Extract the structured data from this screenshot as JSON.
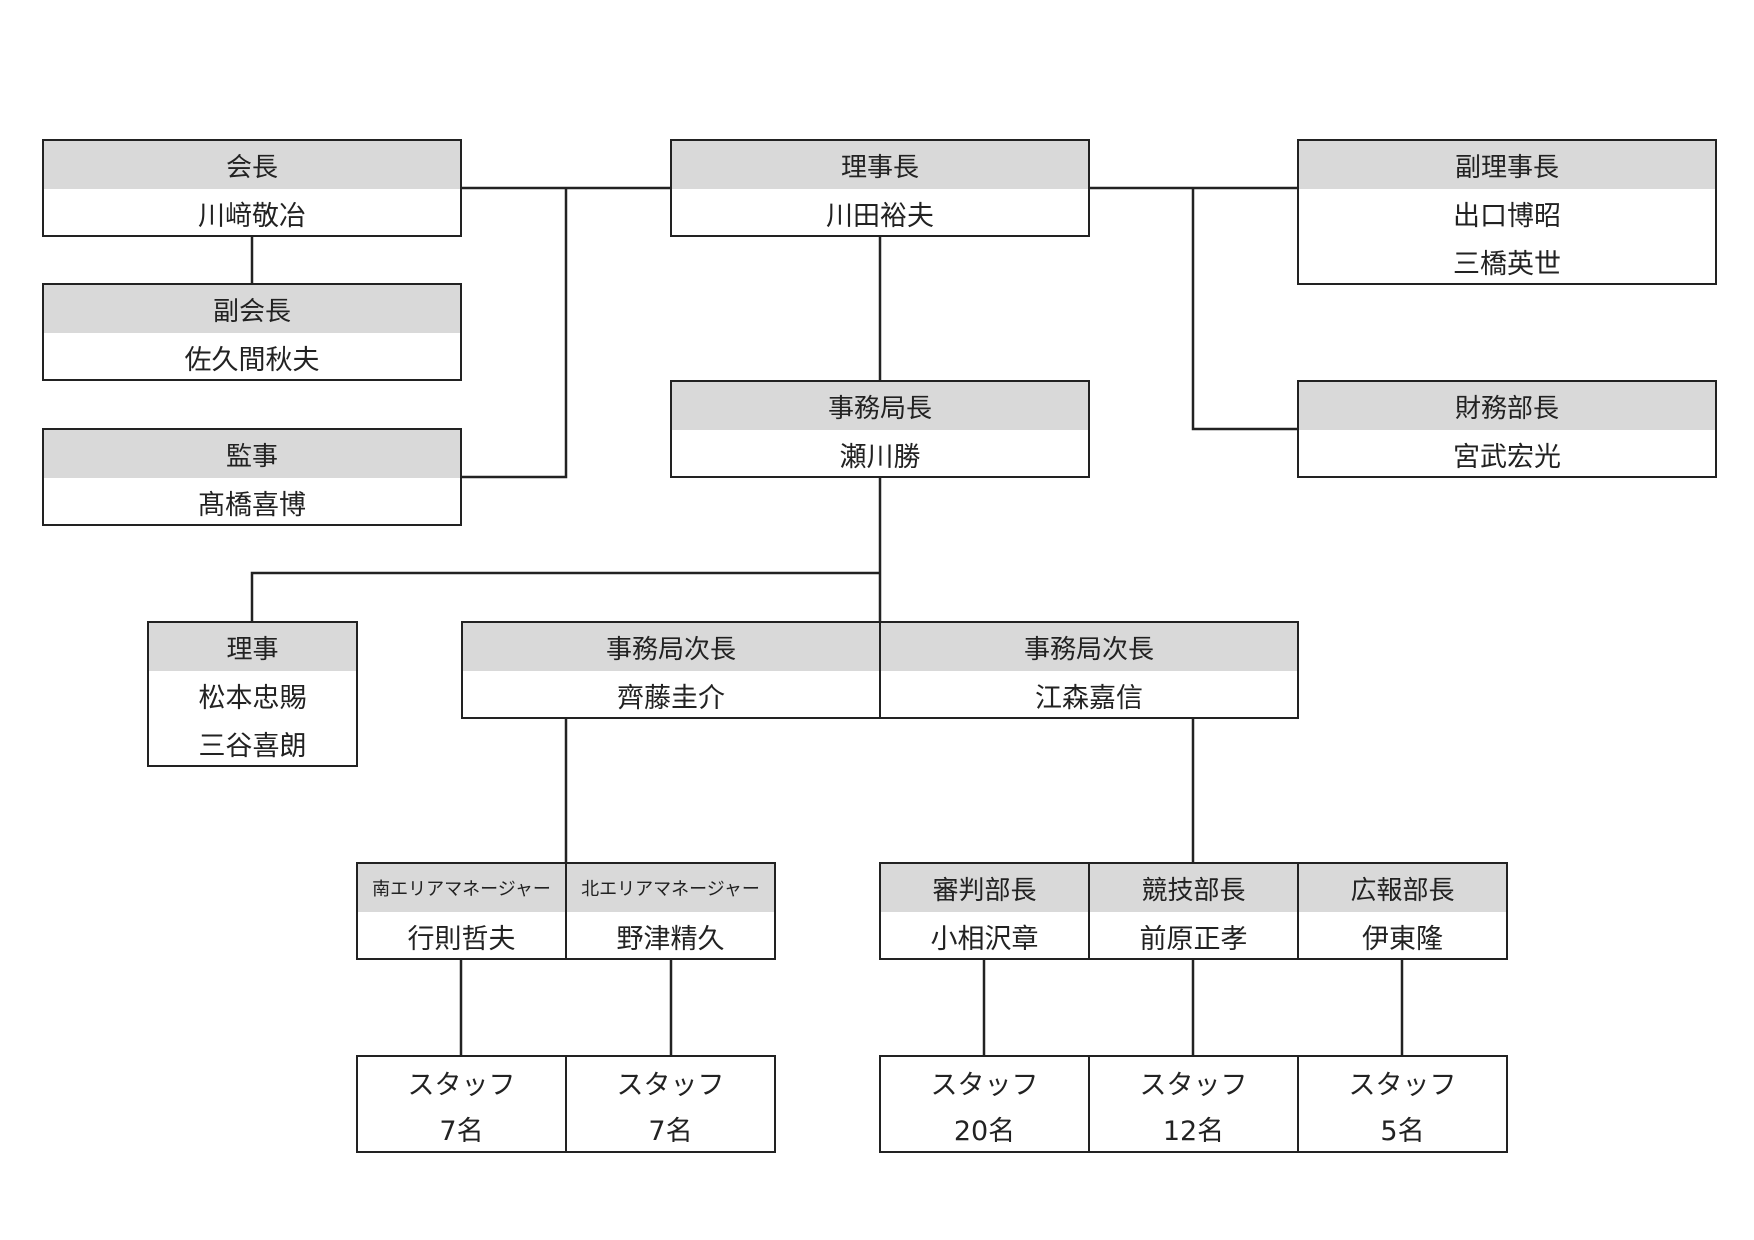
{
  "chairman": {
    "title": "会長",
    "names": [
      "川﨑敬冶"
    ]
  },
  "vice_chairman": {
    "title": "副会長",
    "names": [
      "佐久間秋夫"
    ]
  },
  "auditor": {
    "title": "監事",
    "names": [
      "髙橋喜博"
    ]
  },
  "director_general": {
    "title": "理事長",
    "names": [
      "川田裕夫"
    ]
  },
  "vice_director": {
    "title": "副理事長",
    "names": [
      "出口博昭",
      "三橋英世"
    ]
  },
  "finance_head": {
    "title": "財務部長",
    "names": [
      "宮武宏光"
    ]
  },
  "secretariat_head": {
    "title": "事務局長",
    "names": [
      "瀬川勝"
    ]
  },
  "directors": {
    "title": "理事",
    "names": [
      "松本忠賜",
      "三谷喜朗"
    ]
  },
  "deputy_secretariat_1": {
    "title": "事務局次長",
    "names": [
      "齊藤圭介"
    ]
  },
  "deputy_secretariat_2": {
    "title": "事務局次長",
    "names": [
      "江森嘉信"
    ]
  },
  "south_area_manager": {
    "title": "南エリアマネージャー",
    "names": [
      "行則哲夫"
    ]
  },
  "north_area_manager": {
    "title": "北エリアマネージャー",
    "names": [
      "野津精久"
    ]
  },
  "referee_head": {
    "title": "審判部長",
    "names": [
      "小相沢章"
    ]
  },
  "competition_head": {
    "title": "競技部長",
    "names": [
      "前原正孝"
    ]
  },
  "pr_head": {
    "title": "広報部長",
    "names": [
      "伊東隆"
    ]
  },
  "staff_south": {
    "label": "スタッフ",
    "count": "7名"
  },
  "staff_north": {
    "label": "スタッフ",
    "count": "7名"
  },
  "staff_referee": {
    "label": "スタッフ",
    "count": "20名"
  },
  "staff_competition": {
    "label": "スタッフ",
    "count": "12名"
  },
  "staff_pr": {
    "label": "スタッフ",
    "count": "5名"
  }
}
